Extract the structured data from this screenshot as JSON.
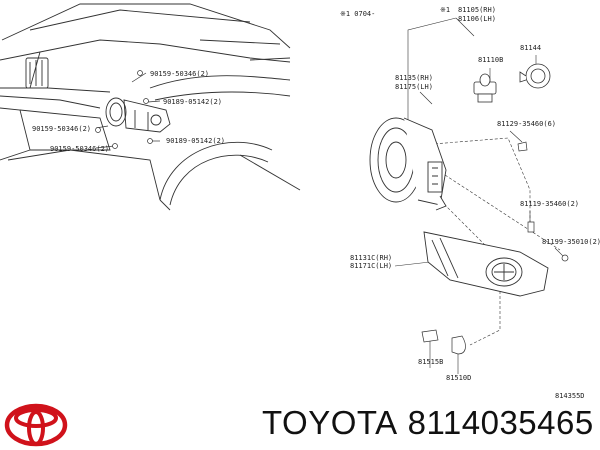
{
  "header_note": "※1 0704-",
  "header_mark": "※1",
  "labels": {
    "p90159_a": "90159-50346(2)",
    "p90189_a": "90189-05142(2)",
    "p90159_b": "90159-50346(2)",
    "p90189_b": "90189-05142(2)",
    "p90159_c": "90159-50346(2)",
    "p81105": "81105(RH)",
    "p81106": "81106(LH)",
    "p81144": "81144",
    "p81110B": "81110B",
    "p81135": "81135(RH)",
    "p81175": "81175(LH)",
    "p81129": "81129-35460(6)",
    "p81119": "81119-35460(2)",
    "p81199": "81199-35010(2)",
    "p81131C": "81131C(RH)",
    "p81171C": "81171C(LH)",
    "p81515B": "81515B",
    "p81510D": "81510D",
    "diagram_code": "814355D"
  },
  "brand": {
    "name": "TOYOTA",
    "part_number": "8114035465"
  },
  "colors": {
    "logo": "#d0121b",
    "ink": "#111111"
  }
}
